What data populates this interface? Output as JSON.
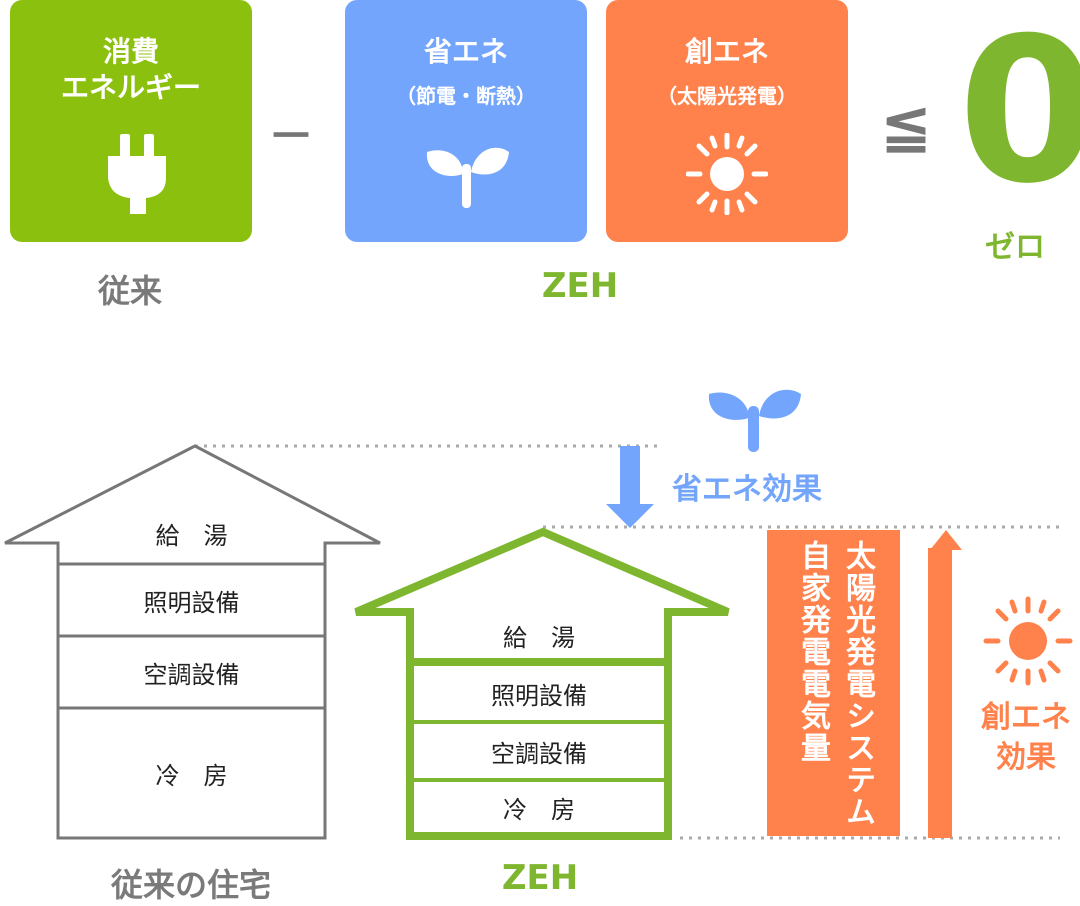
{
  "top": {
    "consumption": {
      "title_line1": "消費",
      "title_line2": "エネルギー",
      "icon": "plug-icon",
      "color": "#8cc00f"
    },
    "minus": "－",
    "saving": {
      "title": "省エネ",
      "sub": "（節電・断熱）",
      "icon": "sprout-icon",
      "color": "#72a5fb"
    },
    "creation": {
      "title": "創エネ",
      "sub": "（太陽光発電）",
      "icon": "sun-icon",
      "color": "#ff824c"
    },
    "leq": "≦",
    "zero_big": "0",
    "zero_label": "ゼロ",
    "conventional_label": "従来",
    "zeh_label": "ZEH"
  },
  "bottom": {
    "conventional_house": {
      "label": "従来の住宅",
      "floors": [
        "給　湯",
        "照明設備",
        "空調設備",
        "冷　房"
      ]
    },
    "zeh_house": {
      "label": "ZEH",
      "floors": [
        "給　湯",
        "照明設備",
        "空調設備",
        "冷　房"
      ]
    },
    "saving_effect": "省エネ効果",
    "solar_bar_col1": "太陽光発電システム",
    "solar_bar_col2": "自家発電電気量",
    "creation_effect_line1": "創エネ",
    "creation_effect_line2": "効果"
  },
  "colors": {
    "green": "#7fb62f",
    "blue": "#72a5fb",
    "orange": "#ff824c",
    "gray": "#7a7a7a"
  }
}
